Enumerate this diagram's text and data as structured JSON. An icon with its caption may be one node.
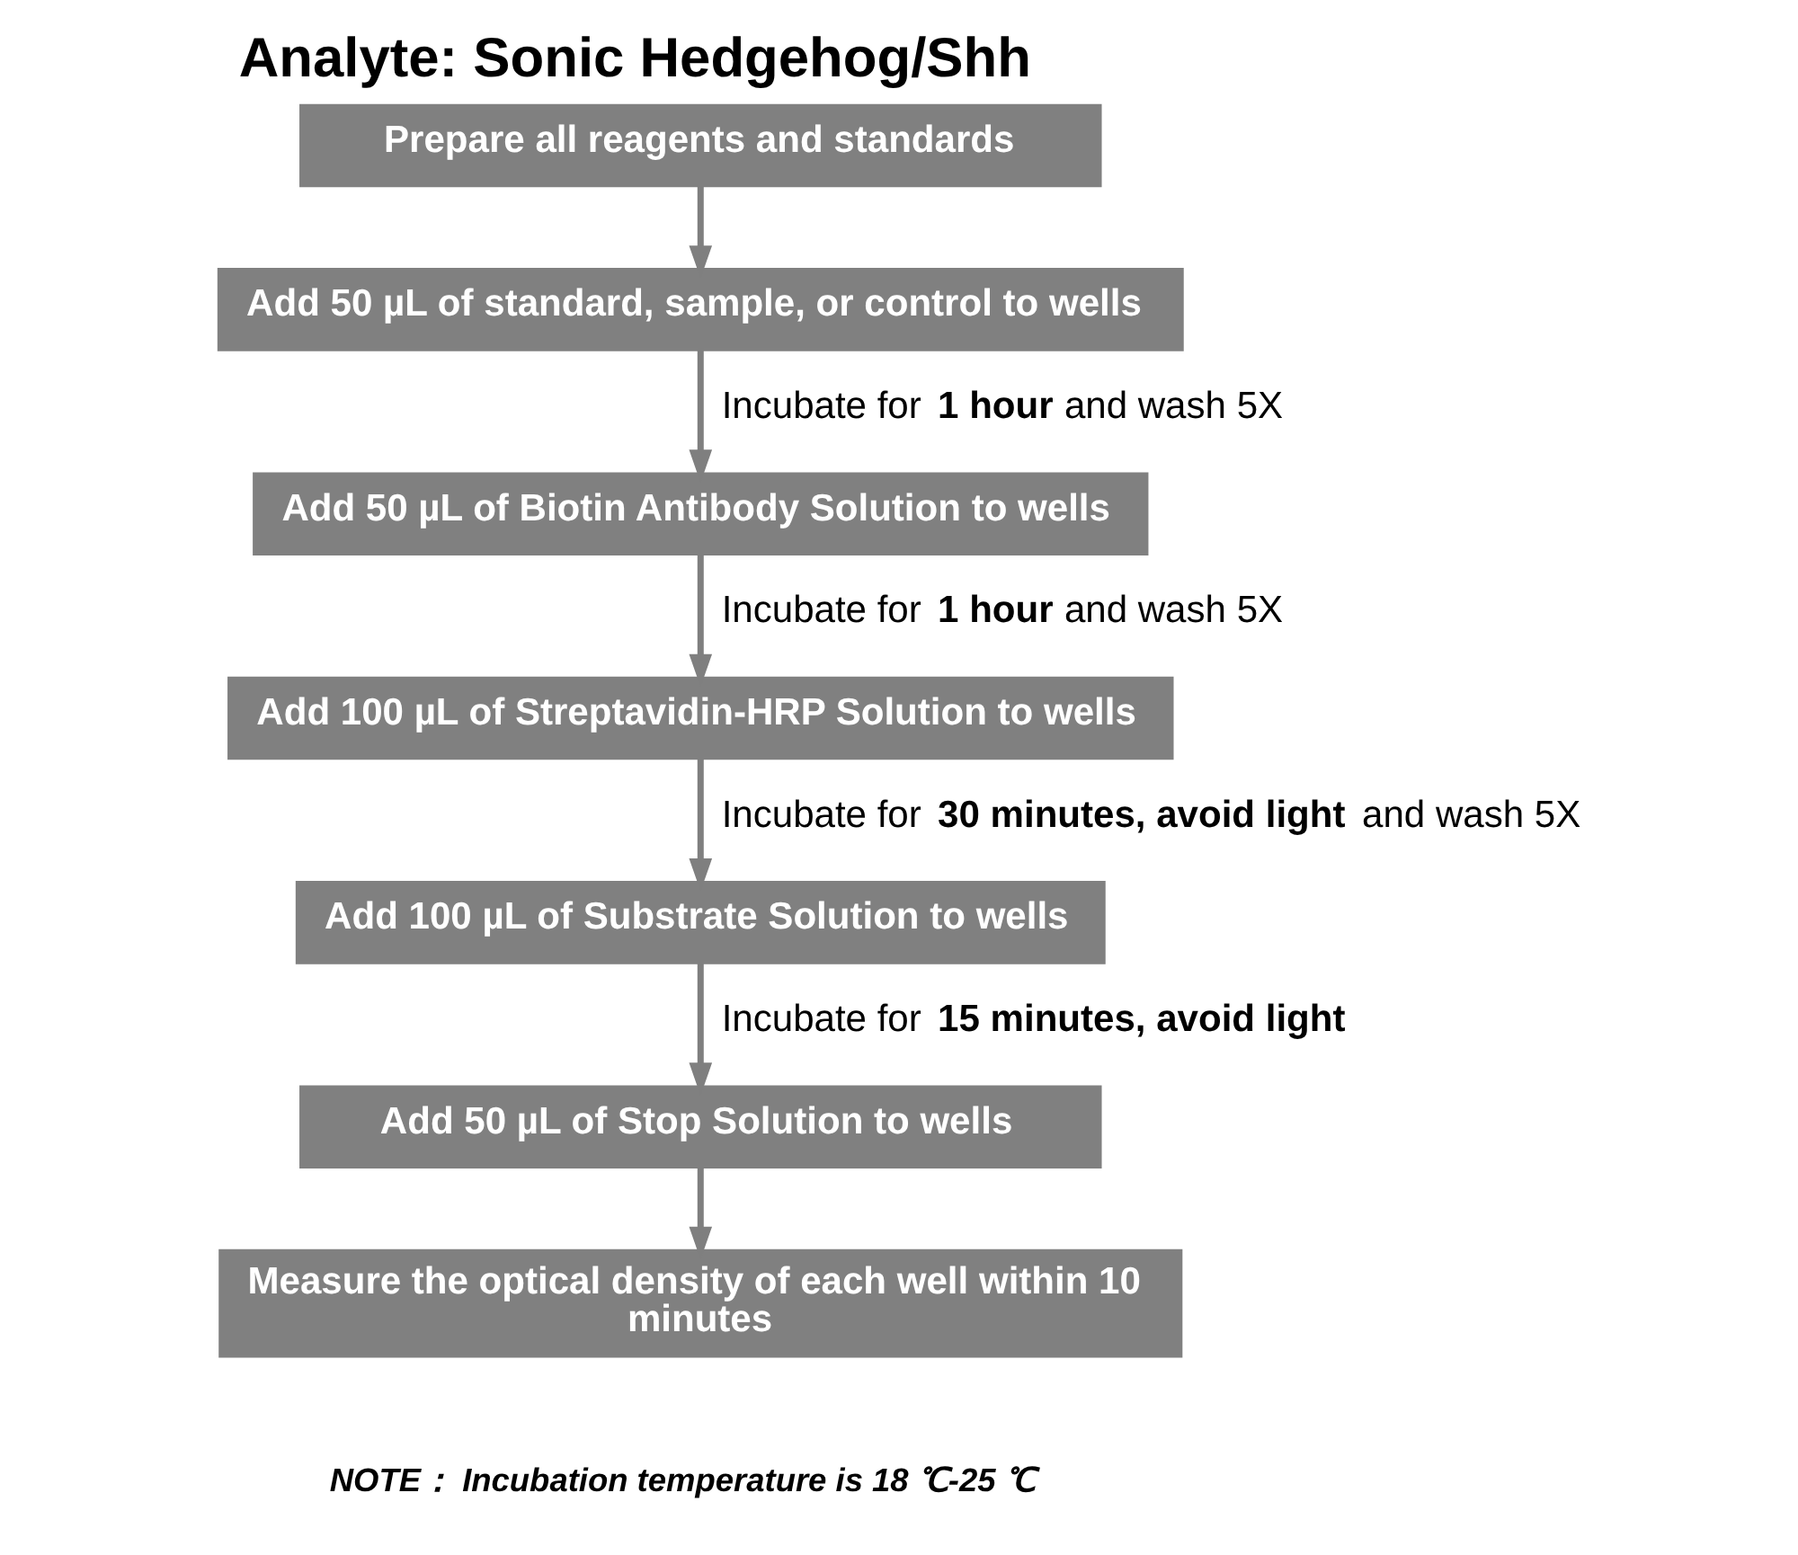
{
  "diagram": {
    "title": "Analyte: Sonic Hedgehog/Shh",
    "nodes": [
      {
        "text": [
          "Prepare all reagents and standards"
        ]
      },
      {
        "text": [
          "Add 50 µL of standard, sample, or control to wells"
        ]
      },
      {
        "text": [
          "Add 50 µL of Biotin Antibody Solution to wells"
        ]
      },
      {
        "text": [
          "Add 100 µL of Streptavidin-HRP Solution to wells"
        ]
      },
      {
        "text": [
          "Add 100 µL of Substrate Solution to wells"
        ]
      },
      {
        "text": [
          "Add 50 µL of Stop Solution to wells"
        ]
      },
      {
        "text": [
          "Measure the optical density of each well within 10 minutes"
        ]
      }
    ],
    "edges": [
      {
        "from": 0,
        "to": 1,
        "arrow": "to"
      },
      {
        "from": 1,
        "to": 2,
        "arrow": "to",
        "label": "Incubate for **1 hour** and wash 5X"
      },
      {
        "from": 2,
        "to": 3,
        "arrow": "to",
        "label": "Incubate for **1 hour** and wash 5X"
      },
      {
        "from": 3,
        "to": 4,
        "arrow": "to",
        "label": "Incubate for **30 minutes, avoid light** and wash 5X"
      },
      {
        "from": 4,
        "to": 5,
        "arrow": "to",
        "label": "Incubate for **15 minutes, avoid light**"
      },
      {
        "from": 5,
        "to": 6,
        "arrow": "to"
      }
    ],
    "labels": [
      "NOTE： Incubation temperature is 18 ℃-25 ℃"
    ]
  }
}
